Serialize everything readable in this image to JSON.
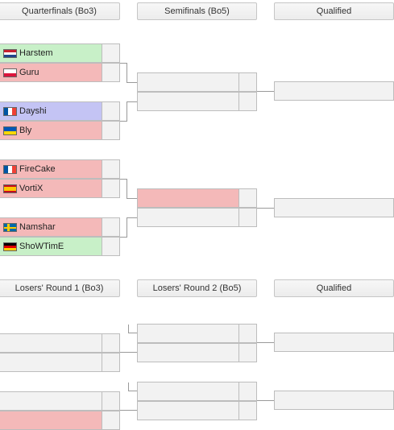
{
  "headers": {
    "quarterfinals": "Quarterfinals (Bo3)",
    "semifinals": "Semifinals (Bo5)",
    "qualified": "Qualified",
    "losers_round1": "Losers' Round 1 (Bo3)",
    "losers_round2": "Losers' Round 2 (Bo5)",
    "losers_qualified": "Qualified"
  },
  "players": {
    "harstem": "Harstem",
    "guru": "Guru",
    "dayshi": "Dayshi",
    "bly": "Bly",
    "firecake": "FireCake",
    "vortix": "VortiX",
    "namshar": "Namshar",
    "showtime": "ShoWTimE"
  },
  "colors": {
    "winner": "#c8f0c8",
    "loser": "#f4b9b9",
    "pending": "#c4c4f4",
    "empty": "#f2f2f2",
    "border": "#bdbdbd",
    "connector": "#9a9a9a"
  },
  "flags": {
    "harstem": "netherlands-flag-icon",
    "guru": "poland-flag-icon",
    "dayshi": "france-flag-icon",
    "bly": "ukraine-flag-icon",
    "firecake": "france-flag-icon",
    "vortix": "spain-flag-icon",
    "namshar": "sweden-flag-icon",
    "showtime": "germany-flag-icon"
  }
}
